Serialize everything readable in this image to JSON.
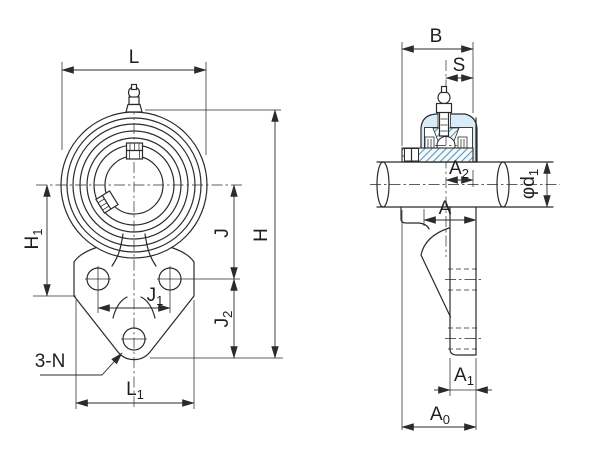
{
  "drawing": {
    "kind": "technical dimension drawing",
    "subject": "3-bolt flanged bearing unit, front view and sectional side view",
    "views": [
      "front-view",
      "side-view-section"
    ]
  },
  "labels": {
    "L": {
      "base": "L",
      "sub": ""
    },
    "H1": {
      "base": "H",
      "sub": "1"
    },
    "J": {
      "base": "J",
      "sub": ""
    },
    "H": {
      "base": "H",
      "sub": ""
    },
    "J1": {
      "base": "J",
      "sub": "1"
    },
    "J2": {
      "base": "J",
      "sub": "2"
    },
    "N3": {
      "base": "3-N",
      "sub": ""
    },
    "L1": {
      "base": "L",
      "sub": "1"
    },
    "B": {
      "base": "B",
      "sub": ""
    },
    "S": {
      "base": "S",
      "sub": ""
    },
    "A2": {
      "base": "A",
      "sub": "2"
    },
    "phid1": {
      "base": "φd",
      "sub": "1"
    },
    "A": {
      "base": "A",
      "sub": ""
    },
    "A1": {
      "base": "A",
      "sub": "1"
    },
    "A0": {
      "base": "A",
      "sub": "0"
    }
  },
  "colors": {
    "line": "#2b2b2b",
    "housing_fill": "#d9ecf7",
    "hatch_line": "#5e93ad",
    "background": "#ffffff"
  }
}
